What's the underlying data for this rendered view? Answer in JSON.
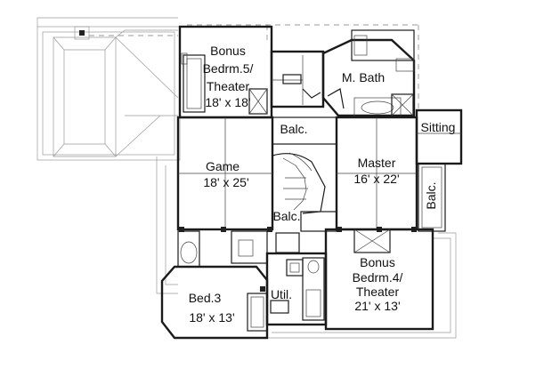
{
  "rooms": {
    "bonus5": [
      "Bonus",
      "Bedrm.5/",
      "Theater",
      "18' x 18'"
    ],
    "mbath": [
      "M. Bath"
    ],
    "balc_top": [
      "Balc."
    ],
    "sitting": [
      "Sitting"
    ],
    "game": [
      "Game",
      "18' x 25'"
    ],
    "master": [
      "Master",
      "16' x 22'"
    ],
    "balc_right": [
      "Balc."
    ],
    "balc_mid": [
      "Balc."
    ],
    "bonus4": [
      "Bonus",
      "Bedrm.4/",
      "Theater",
      "21' x 13'"
    ],
    "util": [
      "Util."
    ],
    "bed3": [
      "Bed.3",
      "18' x 13'"
    ]
  }
}
